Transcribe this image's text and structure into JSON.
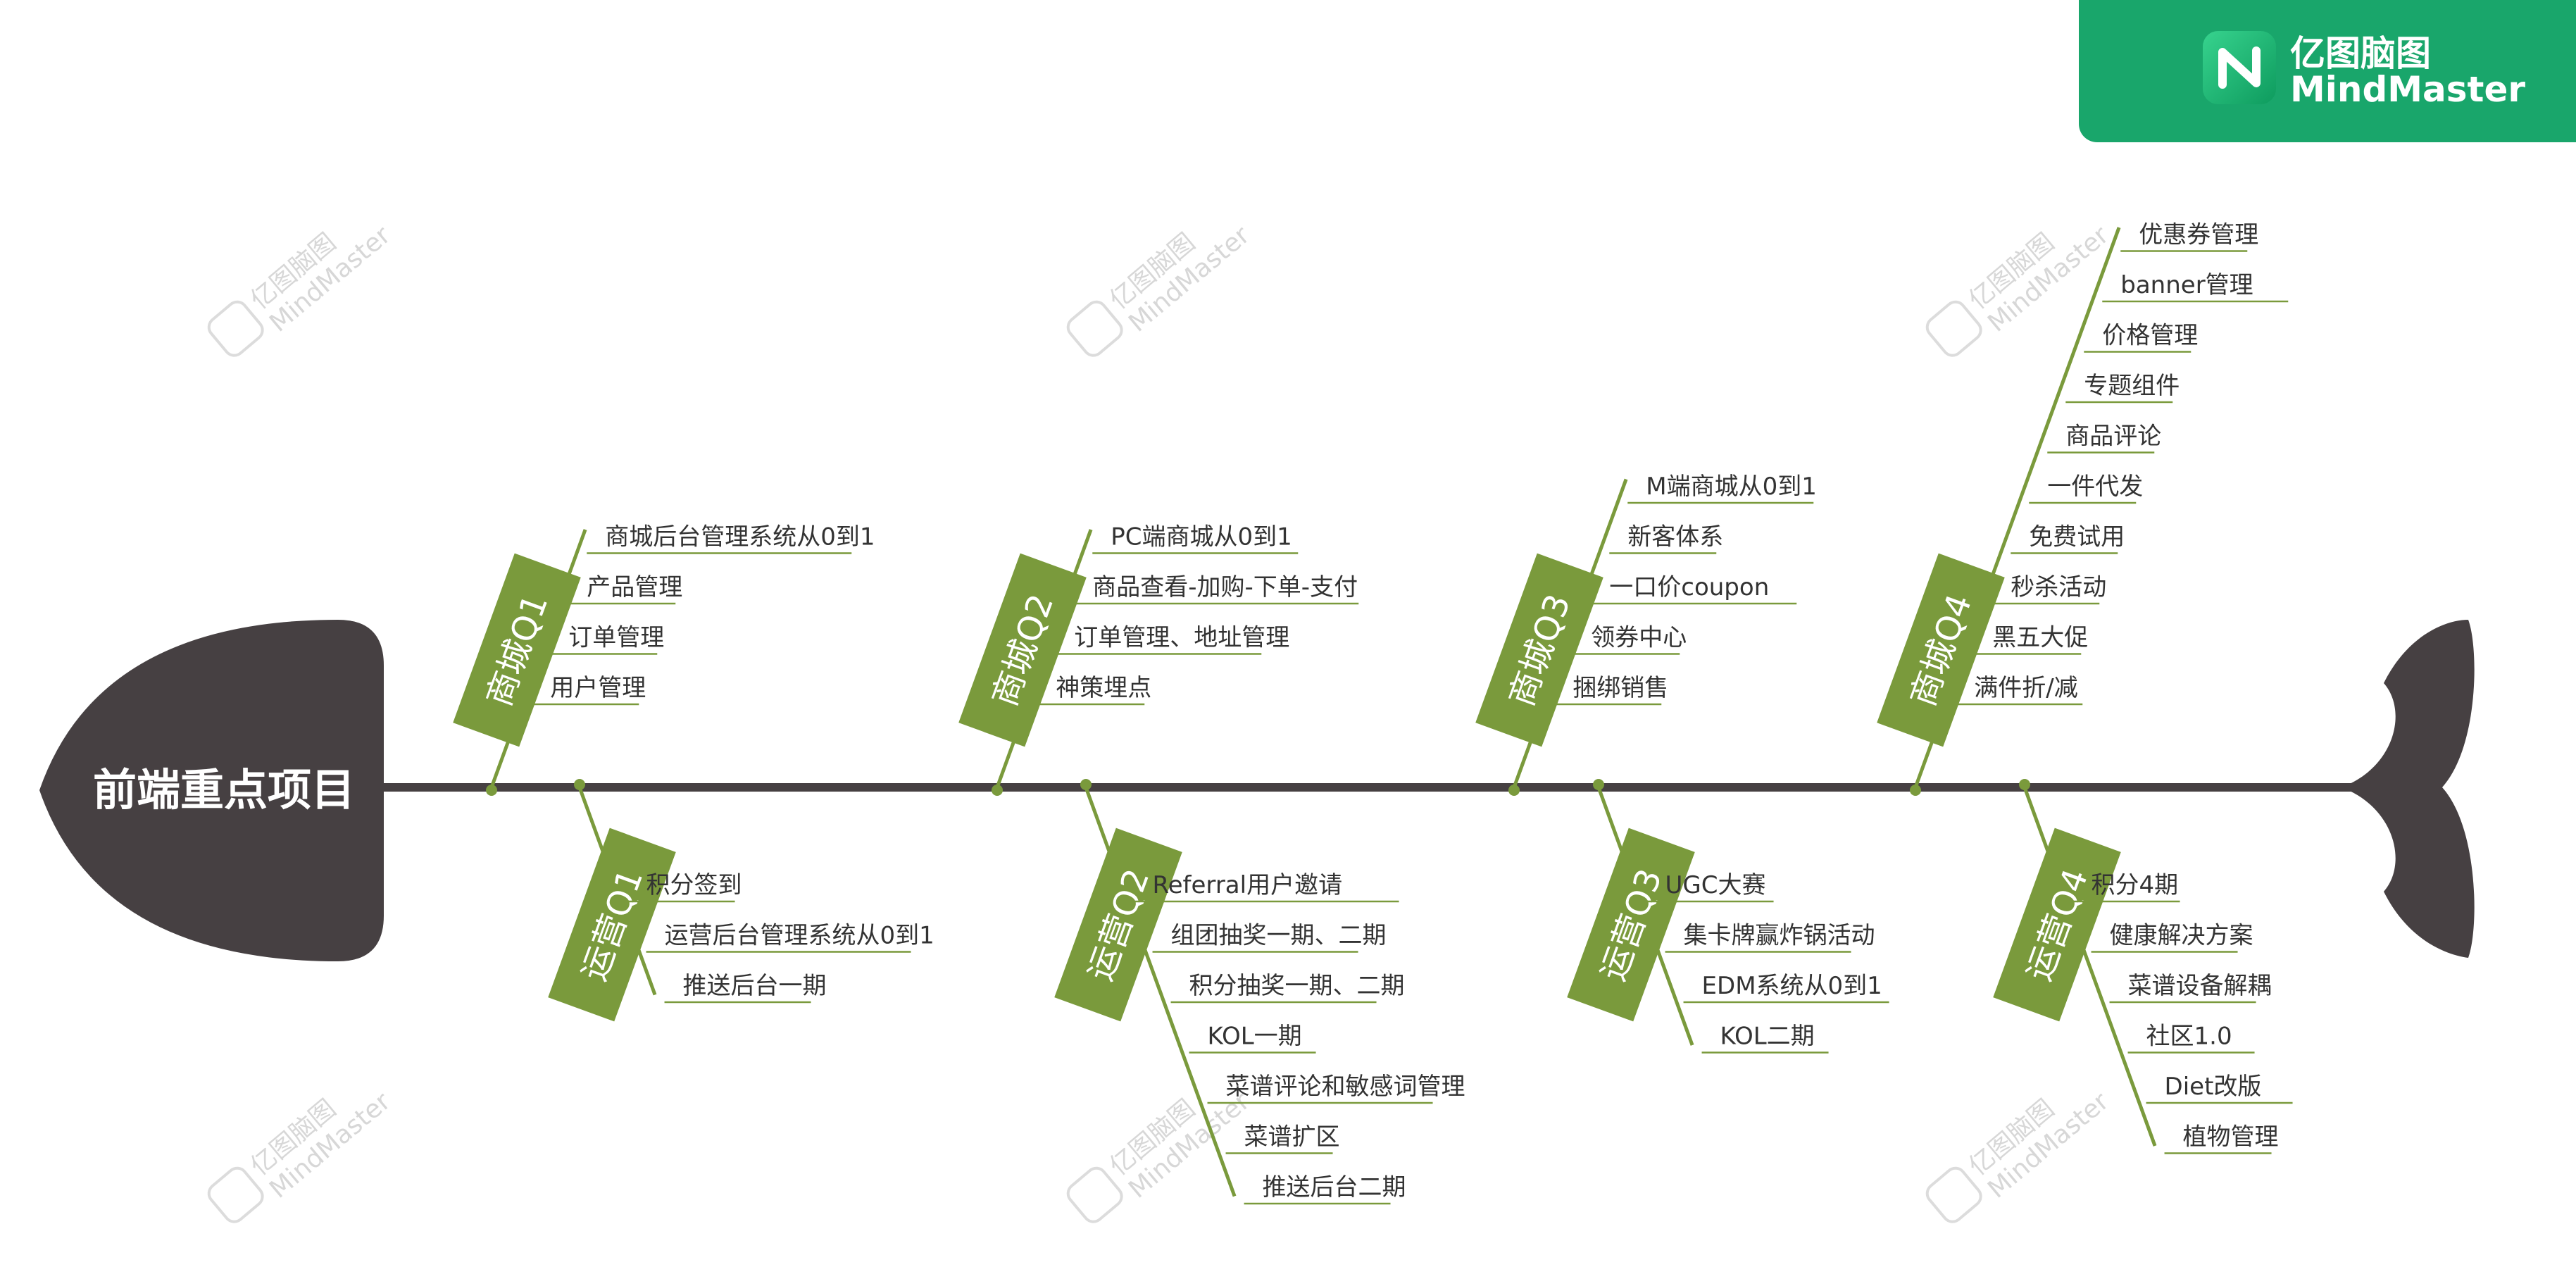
{
  "colors": {
    "branch": "#7a9a3c",
    "spine": "#464042",
    "head": "#464042",
    "underline": "#7a9a3c",
    "brand": "#19a66b"
  },
  "brand": {
    "name_cn": "亿图脑图",
    "name_en": "MindMaster",
    "logo_icon": "mindmaster-logo-icon"
  },
  "watermark": {
    "cn": "亿图脑图",
    "en": "MindMaster"
  },
  "head": {
    "label": "前端重点项目"
  },
  "branches": [
    {
      "label": "商城Q1",
      "side": "top",
      "items": [
        "商城后台管理系统从0到1",
        "产品管理",
        "订单管理",
        "用户管理"
      ]
    },
    {
      "label": "运营Q1",
      "side": "bottom",
      "items": [
        "积分签到",
        "运营后台管理系统从0到1",
        "推送后台一期"
      ]
    },
    {
      "label": "商城Q2",
      "side": "top",
      "items": [
        "PC端商城从0到1",
        "商品查看-加购-下单-支付",
        "订单管理、地址管理",
        "神策埋点"
      ]
    },
    {
      "label": "运营Q2",
      "side": "bottom",
      "items": [
        "Referral用户邀请",
        "组团抽奖一期、二期",
        "积分抽奖一期、二期",
        "KOL一期",
        "菜谱评论和敏感词管理",
        "菜谱扩区",
        "推送后台二期"
      ]
    },
    {
      "label": "商城Q3",
      "side": "top",
      "items": [
        "M端商城从0到1",
        "新客体系",
        "一口价coupon",
        "领券中心",
        "捆绑销售"
      ]
    },
    {
      "label": "运营Q3",
      "side": "bottom",
      "items": [
        "UGC大赛",
        "集卡牌赢炸锅活动",
        "EDM系统从0到1",
        "KOL二期"
      ]
    },
    {
      "label": "商城Q4",
      "side": "top",
      "items": [
        "优惠券管理",
        "banner管理",
        "价格管理",
        "专题组件",
        "商品评论",
        "一件代发",
        "免费试用",
        "秒杀活动",
        "黑五大促",
        "满件折/减"
      ]
    },
    {
      "label": "运营Q4",
      "side": "bottom",
      "items": [
        "积分4期",
        "健康解决方案",
        "菜谱设备解耦",
        "社区1.0",
        "Diet改版",
        "植物管理"
      ]
    }
  ]
}
